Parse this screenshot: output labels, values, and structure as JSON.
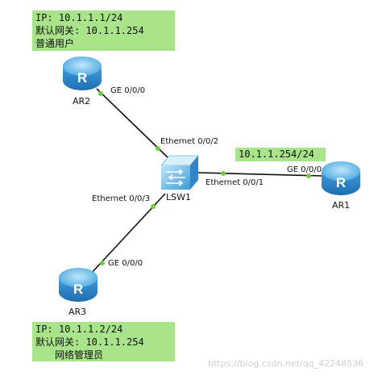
{
  "notes": {
    "ar2_note": {
      "lines": [
        "IP: 10.1.1.1/24",
        "默认网关: 10.1.1.254",
        "普通用户"
      ]
    },
    "ar1_note": {
      "lines": [
        "10.1.1.254/24"
      ]
    },
    "ar3_note": {
      "lines": [
        "IP: 10.1.1.2/24",
        "默认网关: 10.1.1.254",
        "网络管理员"
      ]
    }
  },
  "devices": {
    "ar2": {
      "label": "AR2",
      "glyph": "R",
      "icon": "router-icon"
    },
    "ar1": {
      "label": "AR1",
      "glyph": "R",
      "icon": "router-icon"
    },
    "ar3": {
      "label": "AR3",
      "glyph": "R",
      "icon": "router-icon"
    },
    "lsw1": {
      "label": "LSW1",
      "icon": "switch-icon"
    }
  },
  "ports": {
    "ar2_ge": "GE 0/0/0",
    "lsw1_e2": "Ethernet 0/0/2",
    "lsw1_e1": "Ethernet 0/0/1",
    "ar1_ge": "GE 0/0/0",
    "lsw1_e3": "Ethernet 0/0/3",
    "ar3_ge": "GE 0/0/0"
  },
  "watermark": "https://blog.csdn.net/qq_42248536",
  "colors": {
    "note_bg": "#a9e38a",
    "link": "#111111",
    "port_dot": "#6ad13a",
    "router_blue": "#3f9bdc"
  }
}
